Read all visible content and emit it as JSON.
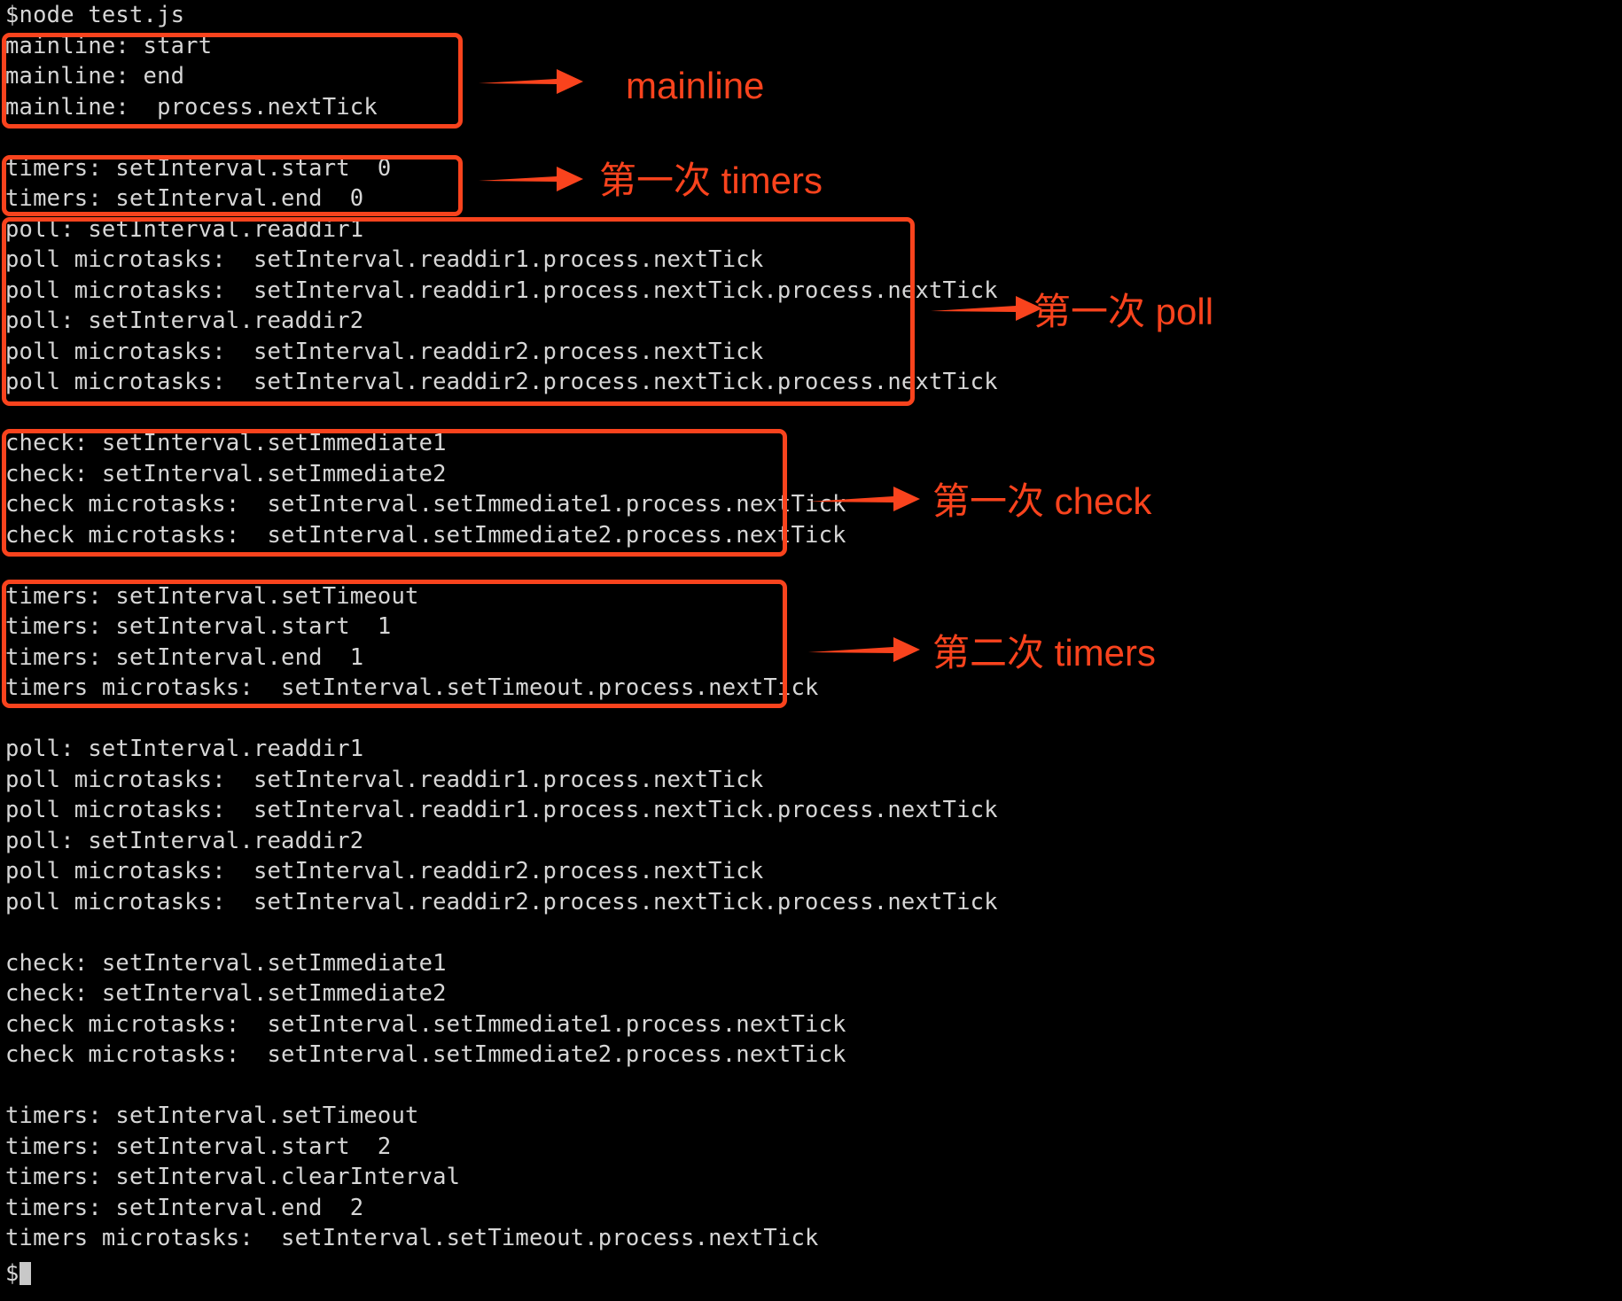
{
  "terminal": {
    "background_color": "#000000",
    "text_color": "#d6d6d6",
    "accent_color": "#f9431d",
    "prompt_command": "$node test.js",
    "final_prompt": "$",
    "lines": [
      "$node test.js",
      "mainline: start",
      "mainline: end",
      "mainline:  process.nextTick",
      "",
      "timers: setInterval.start  0",
      "timers: setInterval.end  0",
      "poll: setInterval.readdir1",
      "poll microtasks:  setInterval.readdir1.process.nextTick",
      "poll microtasks:  setInterval.readdir1.process.nextTick.process.nextTick",
      "poll: setInterval.readdir2",
      "poll microtasks:  setInterval.readdir2.process.nextTick",
      "poll microtasks:  setInterval.readdir2.process.nextTick.process.nextTick",
      "",
      "check: setInterval.setImmediate1",
      "check: setInterval.setImmediate2",
      "check microtasks:  setInterval.setImmediate1.process.nextTick",
      "check microtasks:  setInterval.setImmediate2.process.nextTick",
      "",
      "timers: setInterval.setTimeout",
      "timers: setInterval.start  1",
      "timers: setInterval.end  1",
      "timers microtasks:  setInterval.setTimeout.process.nextTick",
      "",
      "poll: setInterval.readdir1",
      "poll microtasks:  setInterval.readdir1.process.nextTick",
      "poll microtasks:  setInterval.readdir1.process.nextTick.process.nextTick",
      "poll: setInterval.readdir2",
      "poll microtasks:  setInterval.readdir2.process.nextTick",
      "poll microtasks:  setInterval.readdir2.process.nextTick.process.nextTick",
      "",
      "check: setInterval.setImmediate1",
      "check: setInterval.setImmediate2",
      "check microtasks:  setInterval.setImmediate1.process.nextTick",
      "check microtasks:  setInterval.setImmediate2.process.nextTick",
      "",
      "timers: setInterval.setTimeout",
      "timers: setInterval.start  2",
      "timers: setInterval.clearInterval",
      "timers: setInterval.end  2",
      "timers microtasks:  setInterval.setTimeout.process.nextTick",
      "",
      ""
    ]
  },
  "annotations": [
    {
      "label": "mainline",
      "color": "#f9431d"
    },
    {
      "label": "第一次 timers",
      "color": "#f9431d"
    },
    {
      "label": "第一次 poll",
      "color": "#f9431d"
    },
    {
      "label": "第一次 check",
      "color": "#f9431d"
    },
    {
      "label": "第二次 timers",
      "color": "#f9431d"
    }
  ]
}
